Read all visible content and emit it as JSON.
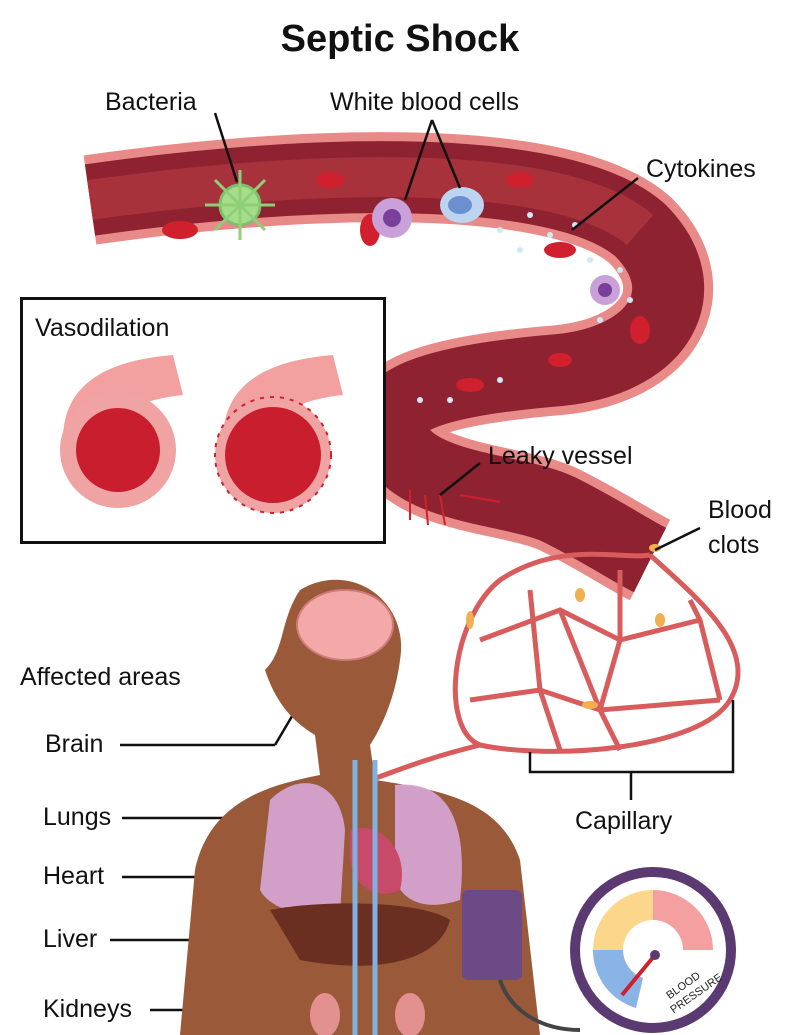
{
  "title": "Septic Shock",
  "labels": {
    "bacteria": "Bacteria",
    "white_blood_cells": "White blood cells",
    "cytokines": "Cytokines",
    "vasodilation": "Vasodilation",
    "leaky_vessel": "Leaky vessel",
    "blood_clots_1": "Blood",
    "blood_clots_2": "clots",
    "capillary": "Capillary",
    "affected_areas": "Affected areas",
    "brain": "Brain",
    "lungs": "Lungs",
    "heart": "Heart",
    "liver": "Liver",
    "kidneys": "Kidneys"
  },
  "gauge": {
    "line1": "BLOOD",
    "line2": "PRESSURE"
  },
  "colors": {
    "vessel": "#e06a6a",
    "blood": "#c81e2d",
    "skin": "#9a5a3a",
    "lung": "#d7a6d8",
    "gauge_ring": "#5b3a72"
  }
}
